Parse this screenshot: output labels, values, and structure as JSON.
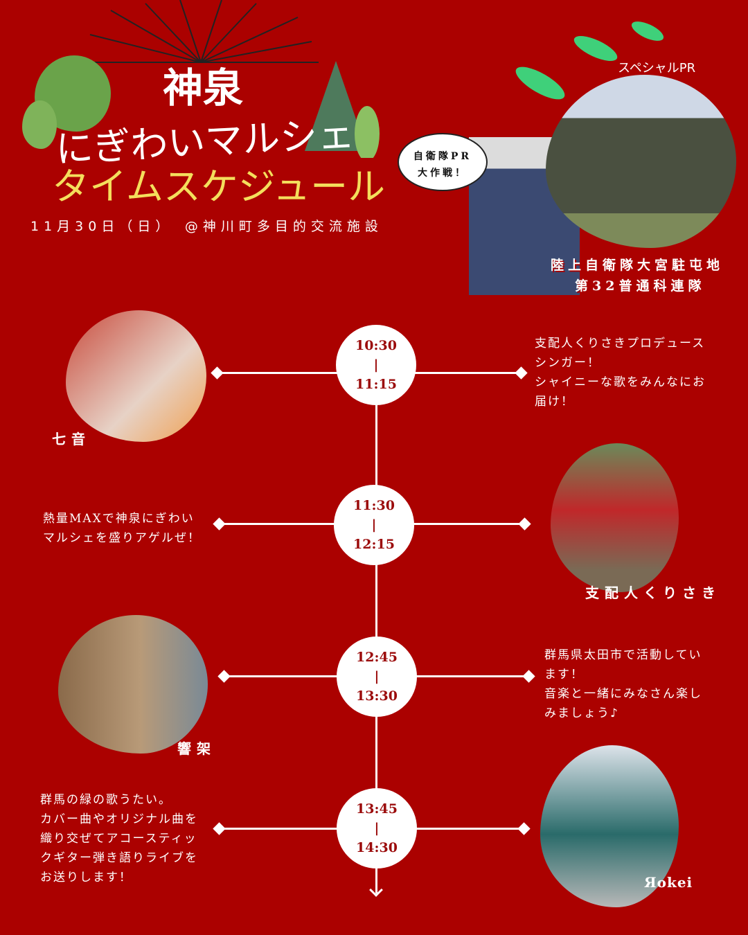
{
  "title": {
    "line1": "神泉",
    "line2": "にぎわいマルシェ",
    "line3": "タイムスケジュール"
  },
  "event_info": "11月30日（日）　@神川町多目的交流施設",
  "special": {
    "label": "スペシャルPR",
    "bubble_line1": "自衛隊PR",
    "bubble_line2": "大作戦！",
    "org_line1": "陸上自衛隊大宮駐屯地",
    "org_line2": "第32普通科連隊"
  },
  "schedule": [
    {
      "start": "10:30",
      "end": "11:15",
      "performer": "七音",
      "description": [
        "支配人くりさきプロデュース",
        "シンガー！",
        "シャイニーな歌をみんなにお",
        "届け！"
      ]
    },
    {
      "start": "11:30",
      "end": "12:15",
      "performer": "支配人くりさき",
      "description": [
        "熱量MAXで神泉にぎわい",
        "マルシェを盛りアゲルぜ！"
      ]
    },
    {
      "start": "12:45",
      "end": "13:30",
      "performer": "響架",
      "description": [
        "群馬県太田市で活動してい",
        "ます！",
        "音楽と一緒にみなさん楽し",
        "みましょう♪"
      ]
    },
    {
      "start": "13:45",
      "end": "14:30",
      "performer": "Яokei",
      "description": [
        "群馬の緑の歌うたい。",
        "カバー曲やオリジナル曲を",
        "織り交ぜてアコースティッ",
        "クギター弾き語りライブを",
        "お送りします！"
      ]
    }
  ],
  "colors": {
    "background": "#ab0100",
    "title_accent": "#f4de5c"
  }
}
